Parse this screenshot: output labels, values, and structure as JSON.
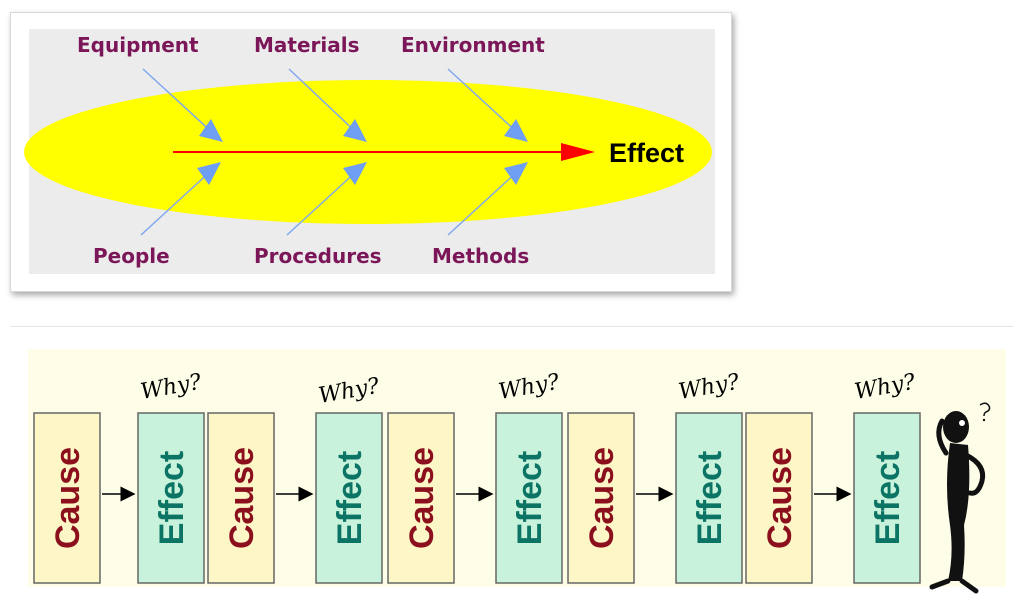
{
  "fishbone": {
    "causes_top": [
      "Equipment",
      "Materials",
      "Environment"
    ],
    "causes_bottom": [
      "People",
      "Procedures",
      "Methods"
    ],
    "effect": "Effect",
    "colors": {
      "ellipse": "#ffff00",
      "spine": "#ff0000",
      "arrowhead": "#6f9ef5",
      "label": "#7b1659",
      "panel_bg": "#ececec"
    }
  },
  "chain": {
    "boxes": [
      "Cause",
      "Effect",
      "Cause",
      "Effect",
      "Cause",
      "Effect",
      "Cause",
      "Effect",
      "Cause",
      "Effect"
    ],
    "why_labels": [
      "Why?",
      "Why?",
      "Why?",
      "Why?",
      "Why?"
    ],
    "colors": {
      "cause_fill": "#fdf7c8",
      "cause_text": "#8b0f1c",
      "effect_fill": "#c9f2dc",
      "effect_text": "#0c7464",
      "panel_bg": "#fdfde8"
    },
    "figure_icon": "thinking-person-icon"
  }
}
